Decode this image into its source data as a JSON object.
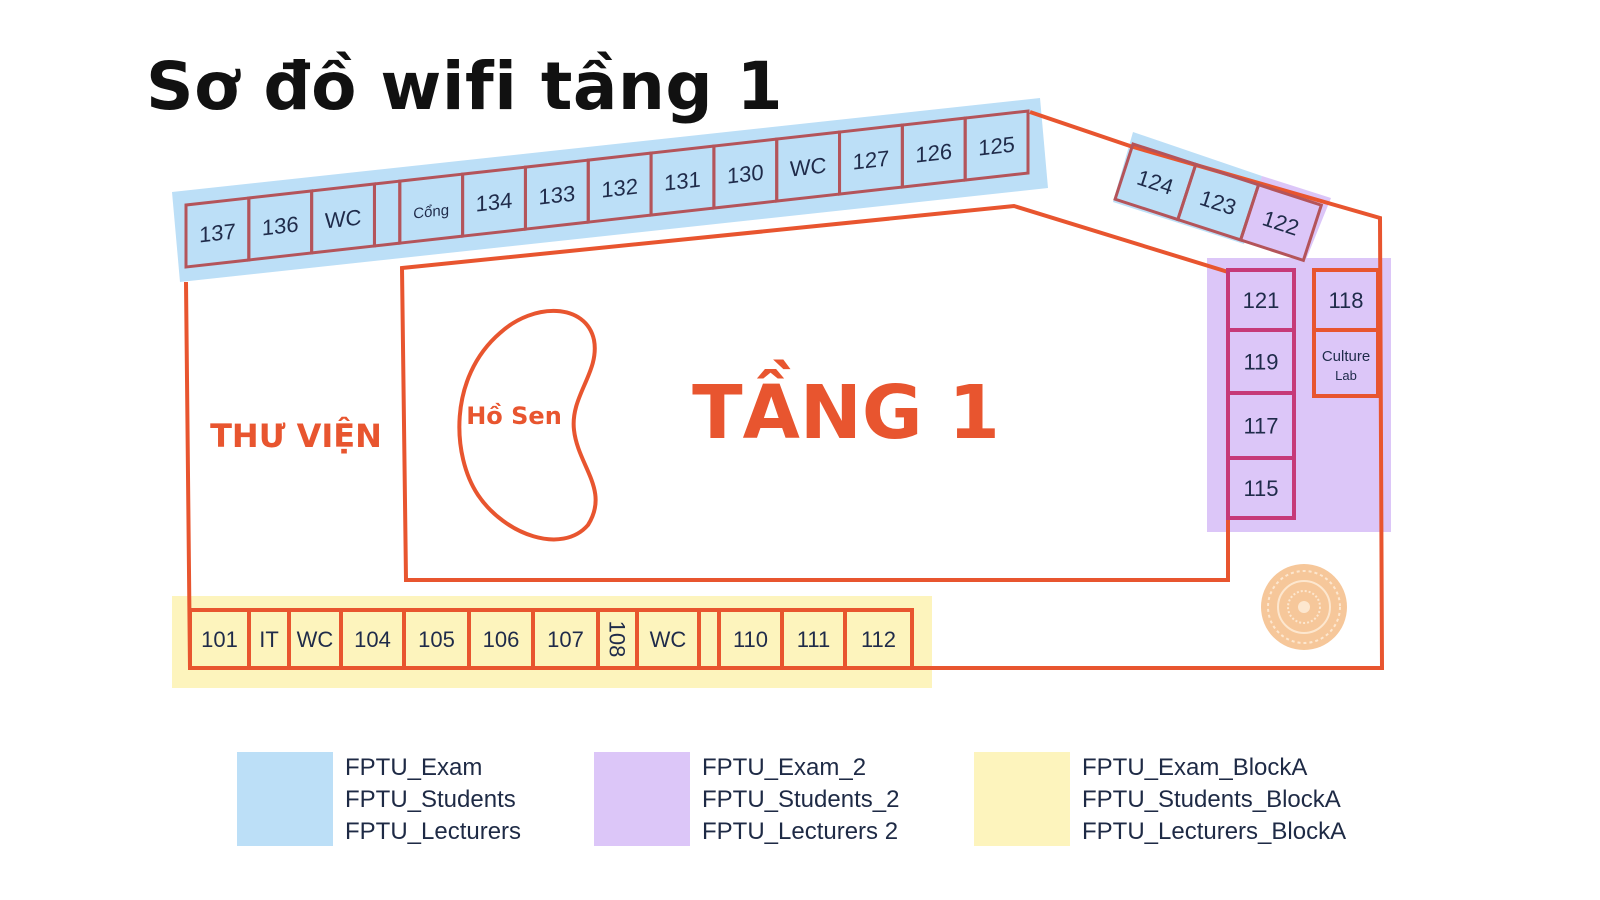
{
  "title": "Sơ đồ wifi tầng 1",
  "map": {
    "floor_label": "TẦNG 1",
    "library_label": "THƯ VIỆN",
    "pond_label": "Hồ Sen",
    "emblem_icon": "compass-rose-emblem"
  },
  "rooms": {
    "top_row": [
      "137",
      "136",
      "WC",
      "",
      "Cổng",
      "134",
      "133",
      "132",
      "131",
      "130",
      "WC",
      "127",
      "126",
      "125"
    ],
    "top_right": [
      "124",
      "123",
      "122"
    ],
    "right_column": [
      "121",
      "119",
      "117",
      "115"
    ],
    "right_inner": [
      "118",
      "Culture",
      "Lab"
    ],
    "bottom_row": [
      "101",
      "IT",
      "WC",
      "104",
      "105",
      "106",
      "107",
      "108",
      "WC",
      "",
      "110",
      "111",
      "112"
    ]
  },
  "legend": [
    {
      "color": "#bcdff7",
      "networks": [
        "FPTU_Exam",
        "FPTU_Students",
        "FPTU_Lecturers"
      ]
    },
    {
      "color": "#dcc6f8",
      "networks": [
        "FPTU_Exam_2",
        "FPTU_Students_2",
        "FPTU_Lecturers 2"
      ]
    },
    {
      "color": "#fdf4bd",
      "networks": [
        "FPTU_Exam_BlockA",
        "FPTU_Students_BlockA",
        "FPTU_Lecturers_BlockA"
      ]
    }
  ],
  "colors": {
    "outline": "#e8552f",
    "room_border": "#b4545a",
    "zone_blue": "#bcdff7",
    "zone_purple": "#dcc6f8",
    "zone_yellow": "#fdf4bd",
    "text": "#1e2a45"
  }
}
